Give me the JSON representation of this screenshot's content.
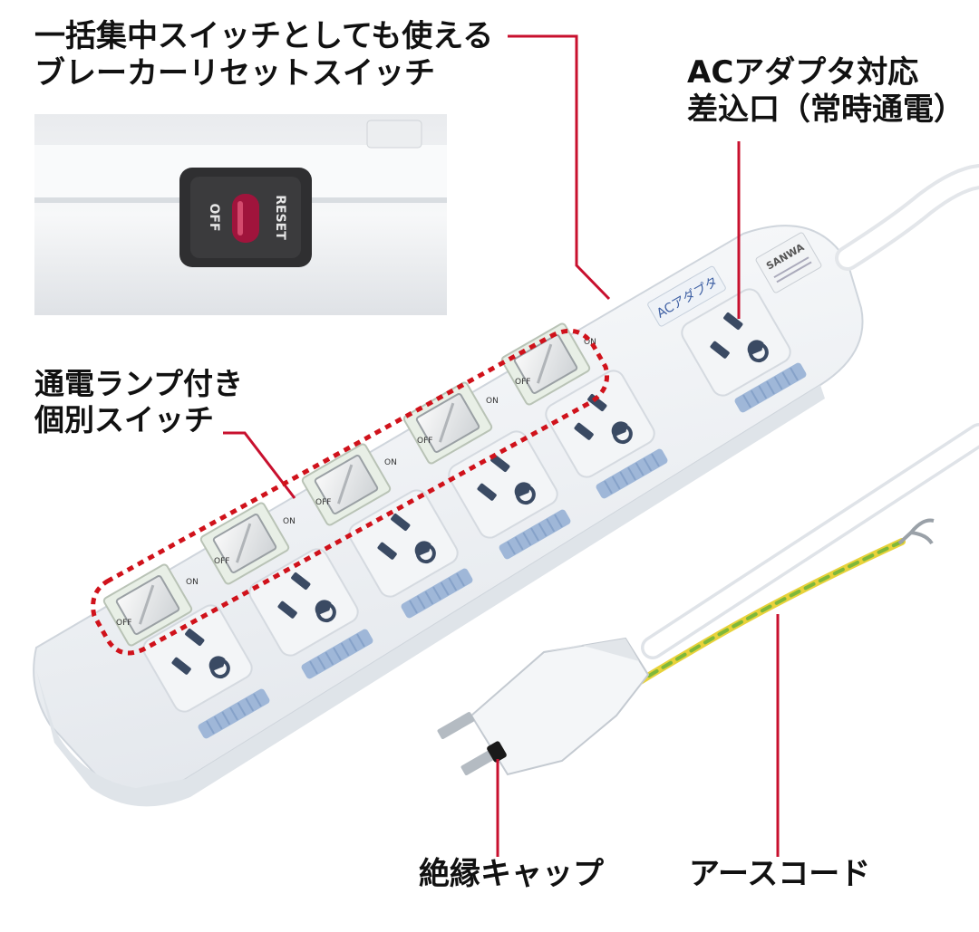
{
  "callouts": {
    "breaker_switch": [
      "一括集中スイッチとしても使える",
      "ブレーカーリセットスイッチ"
    ],
    "ac_adapter_outlet": [
      "ACアダプタ対応",
      "差込口（常時通電）"
    ],
    "individual_switch": [
      "通電ランプ付き",
      "個別スイッチ"
    ],
    "insulation_cap": "絶縁キャップ",
    "earth_cord": "アースコード"
  },
  "product_markings": {
    "reset_label": "RESET",
    "off_label": "OFF",
    "ac_adapter_label": "ACアダプタ",
    "switch_on": "ON",
    "switch_off": "OFF",
    "brand": "SANWA"
  },
  "colors": {
    "leader_line": "#c8102e",
    "dotted_frame": "#d0121b",
    "reset_button": "#a0143c",
    "tab_blue": "#9fb7d8",
    "earth_wire_green": "#7fb83a",
    "earth_wire_yellow": "#e8d23a"
  }
}
